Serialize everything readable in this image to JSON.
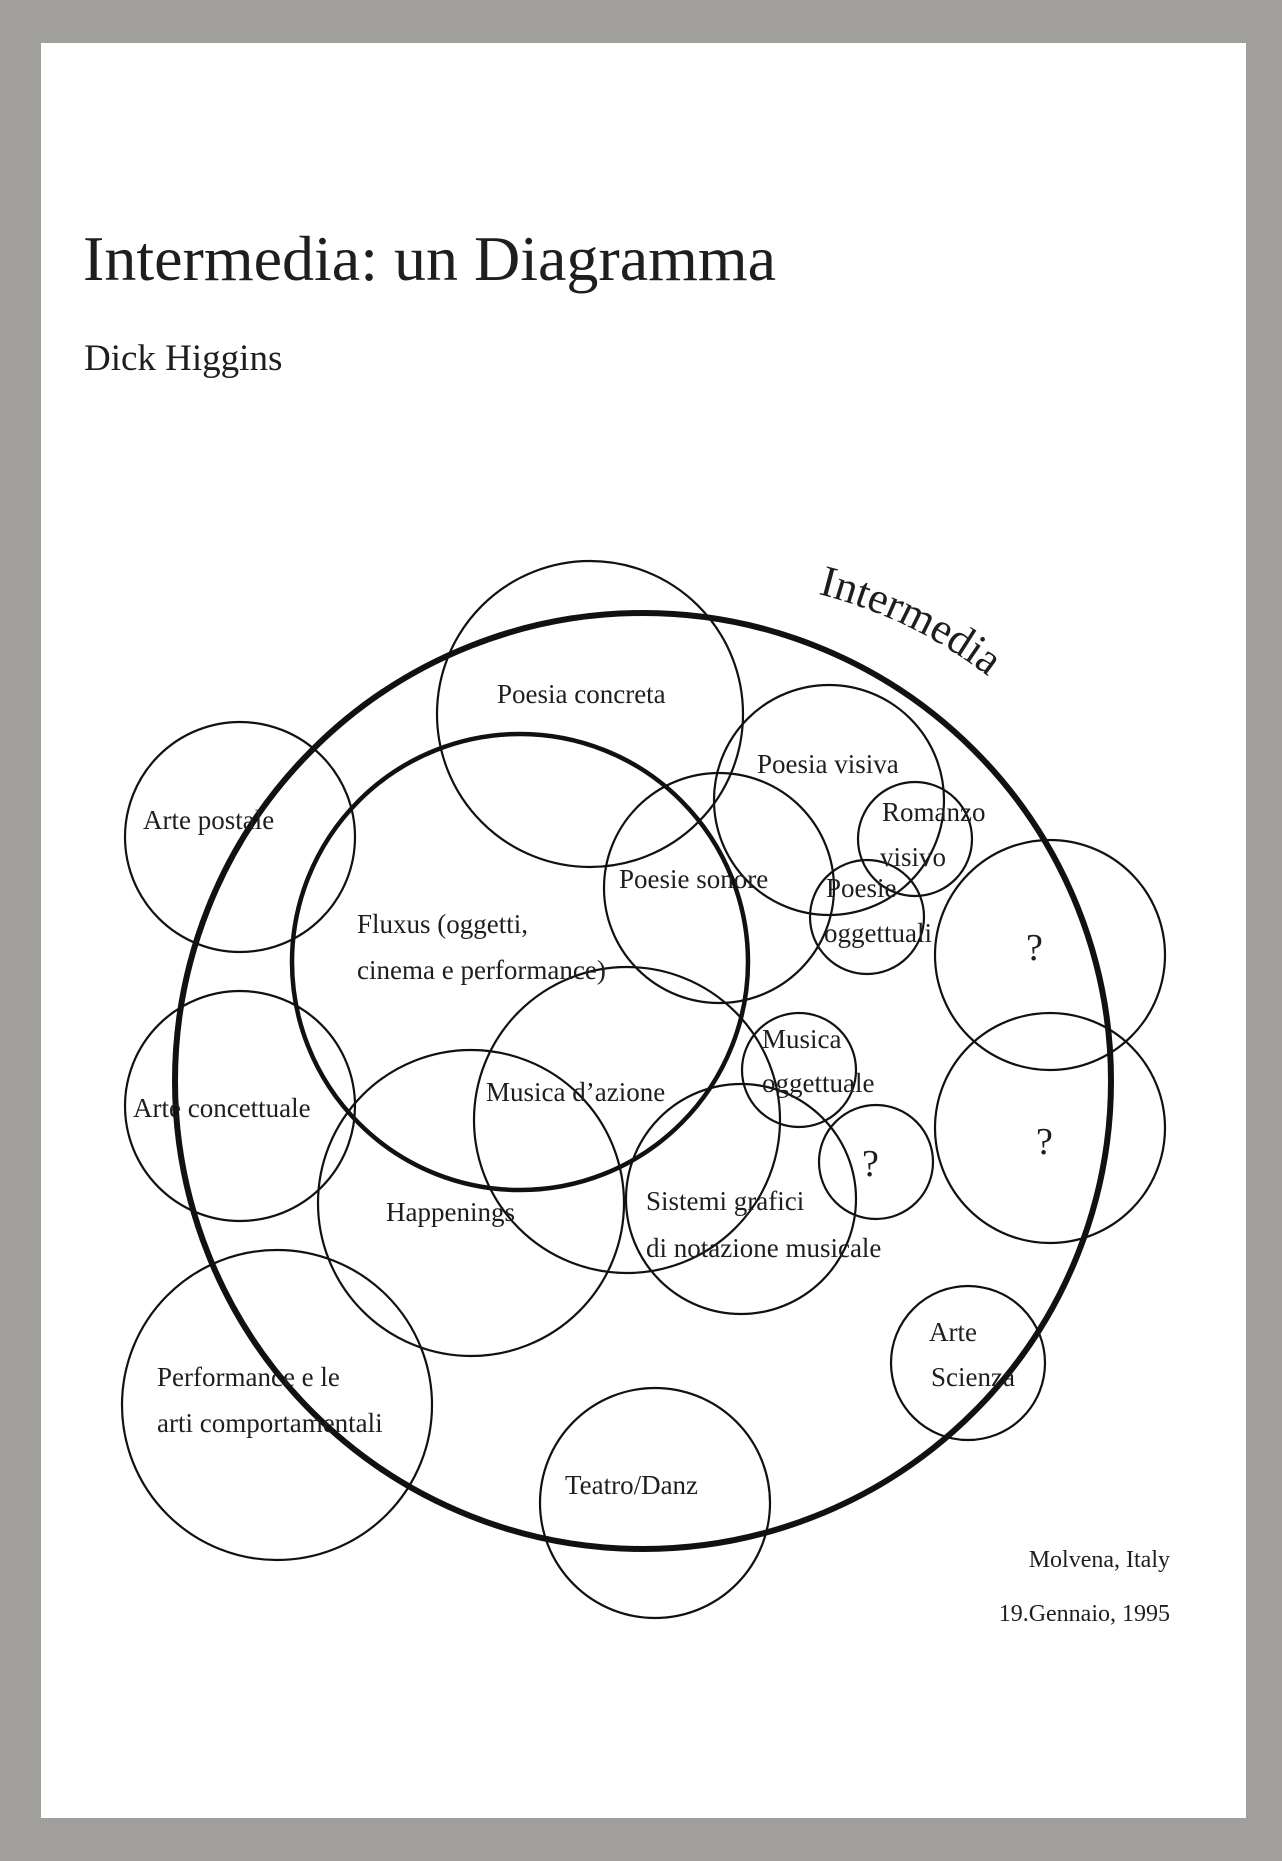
{
  "title": "Intermedia: un Diagramma",
  "author": "Dick Higgins",
  "arc_label": "Intermedia",
  "circles": {
    "poesia_concreta": [
      "Poesia concreta"
    ],
    "poesia_visiva": [
      "Poesia visiva"
    ],
    "romanzo_visivo": [
      "Romanzo",
      "visivo"
    ],
    "arte_postale": [
      "Arte postale"
    ],
    "fluxus": [
      "Fluxus (oggetti,",
      "cinema e performance)"
    ],
    "poesie_sonore": [
      "Poesie sonore"
    ],
    "poesie_oggettuali": [
      "Poesie",
      "oggettuali"
    ],
    "unknown_1": [
      "?"
    ],
    "musica_oggettuale": [
      "Musica",
      "oggettuale"
    ],
    "arte_concettuale": [
      "Arte concettuale"
    ],
    "musica_azione": [
      "Musica d’azione"
    ],
    "unknown_2": [
      "?"
    ],
    "unknown_3": [
      "?"
    ],
    "happenings": [
      "Happenings"
    ],
    "sistemi_grafici": [
      "Sistemi grafici",
      "di notazione musicale"
    ],
    "arte_scienza": [
      "Arte",
      "Scienza"
    ],
    "performance": [
      "Performance e le",
      "arti comportamentali"
    ],
    "teatro_danza": [
      "Teatro/Danz"
    ]
  },
  "colophon": {
    "place": "Molvena, Italy",
    "date": "19.Gennaio, 1995"
  }
}
